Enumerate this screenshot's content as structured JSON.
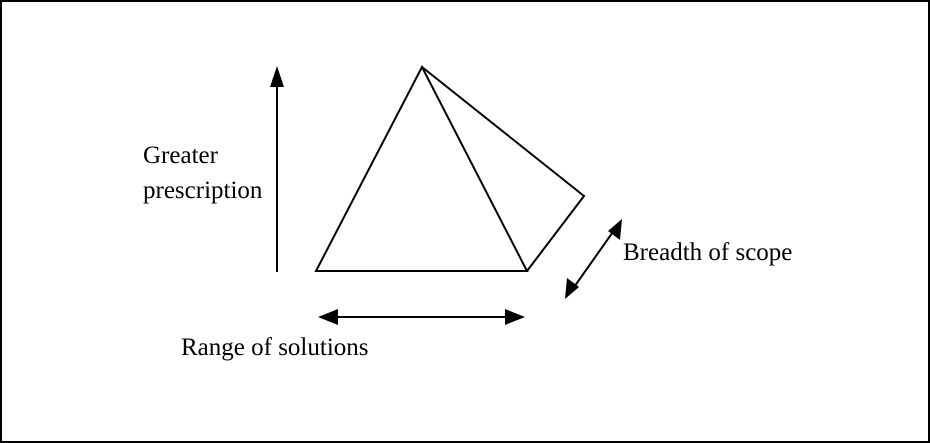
{
  "labels": {
    "greater": "Greater",
    "prescription": "prescription",
    "breadth": "Breadth of scope",
    "range": "Range of solutions"
  },
  "colors": {
    "stroke": "#000000",
    "background": "#ffffff"
  }
}
